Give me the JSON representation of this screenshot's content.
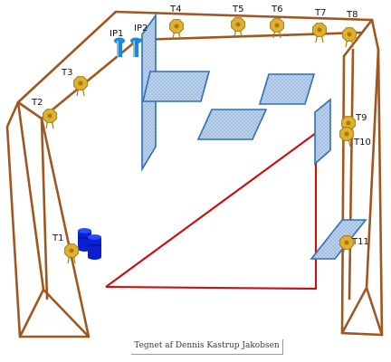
{
  "targets": [
    {
      "label": "T1"
    },
    {
      "label": "T2"
    },
    {
      "label": "T3"
    },
    {
      "label": "T4"
    },
    {
      "label": "T5"
    },
    {
      "label": "T6"
    },
    {
      "label": "T7"
    },
    {
      "label": "T8"
    },
    {
      "label": "T9"
    },
    {
      "label": "T10"
    },
    {
      "label": "T11"
    }
  ],
  "ip_markers": [
    {
      "label": "IP1"
    },
    {
      "label": "IP2"
    }
  ],
  "caption": "Tegnet af Dennis Kastrup Jakobsen",
  "colors": {
    "frame": "#a0561f",
    "target": "#e0b030",
    "target_stroke": "#a57c0c",
    "panel_fill": "#b6cbe6",
    "panel_stroke": "#2e6fb6",
    "path": "#c41414",
    "barrel": "#0a1fd0",
    "ip_marker": "#1e88d6"
  }
}
